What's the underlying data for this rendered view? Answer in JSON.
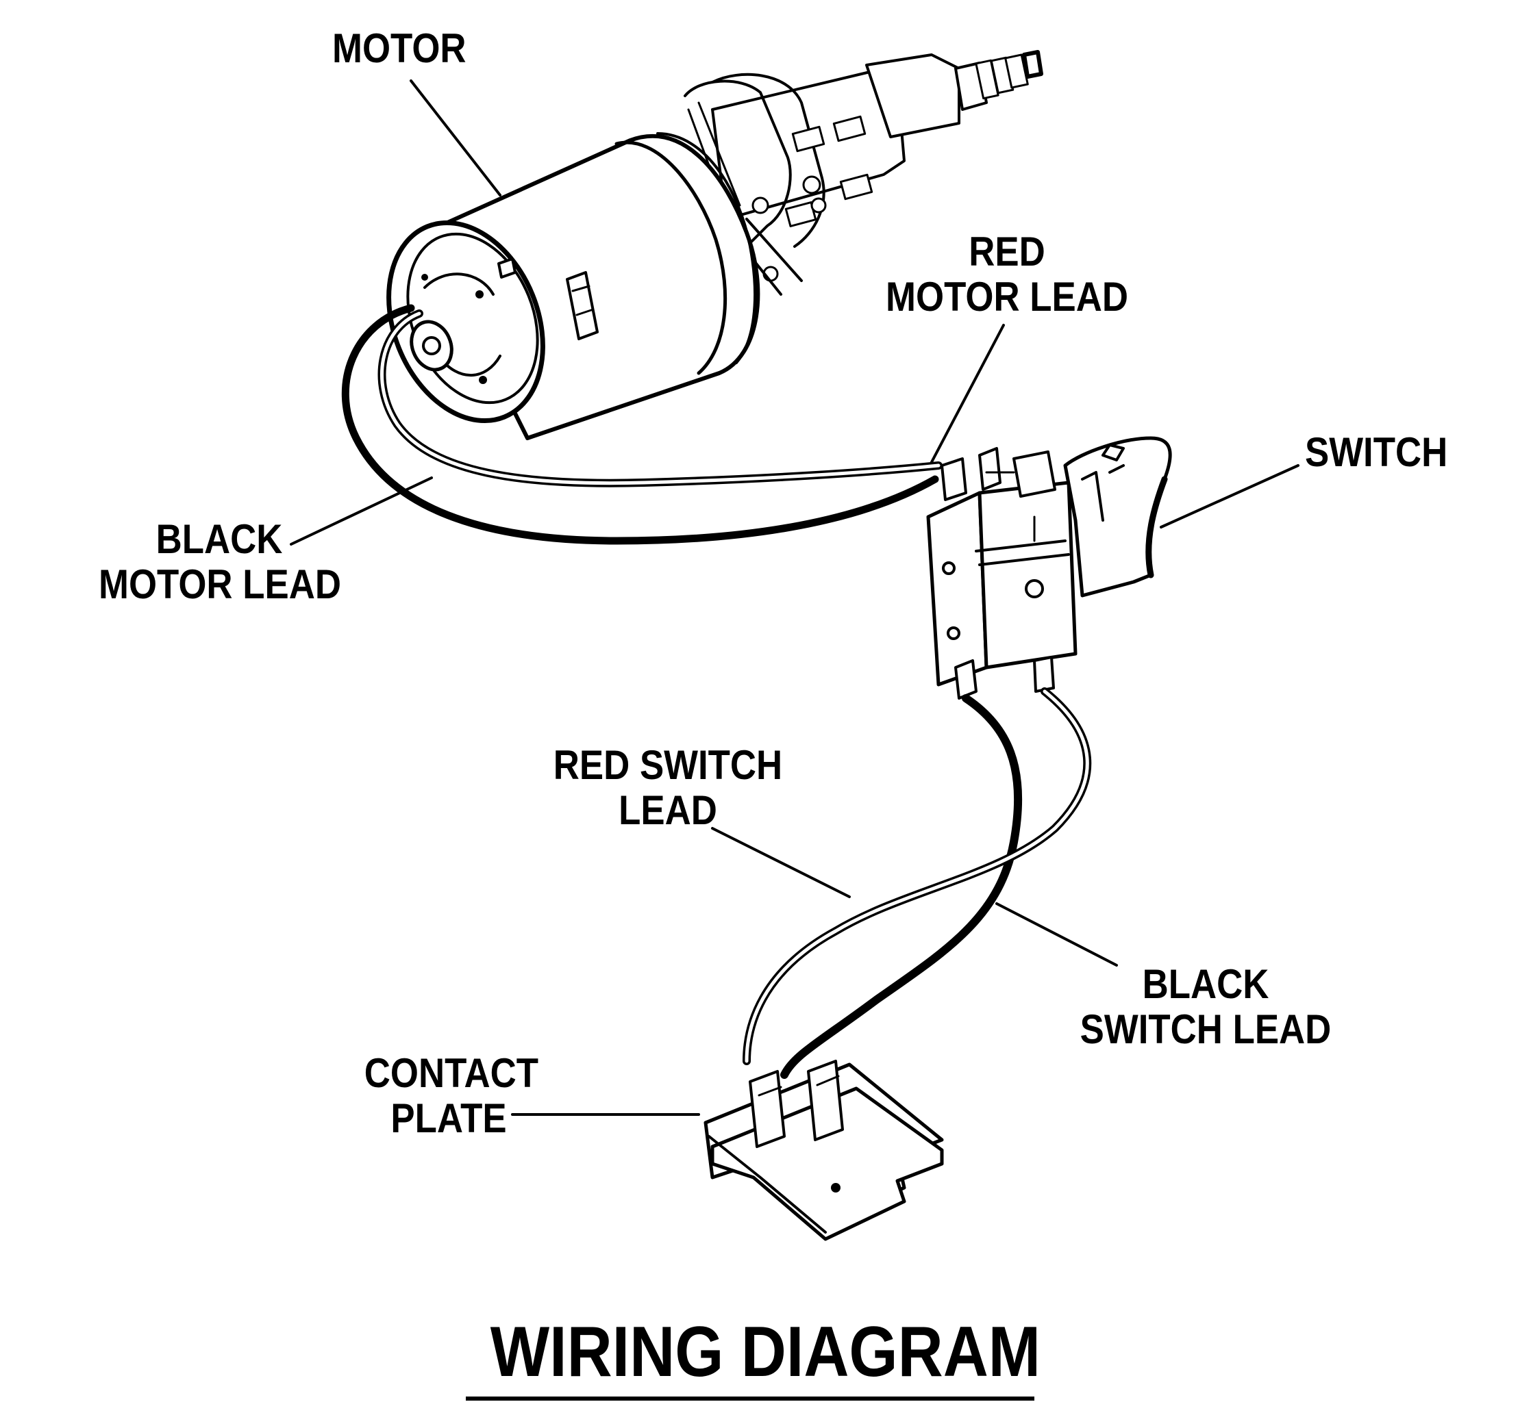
{
  "title": "WIRING DIAGRAM",
  "labels": {
    "motor": "MOTOR",
    "red_motor_lead": [
      "RED",
      "MOTOR LEAD"
    ],
    "switch": "SWITCH",
    "black_motor_lead": [
      "BLACK",
      "MOTOR LEAD"
    ],
    "red_switch_lead": [
      "RED SWITCH",
      "LEAD"
    ],
    "black_switch_lead": [
      "BLACK",
      "SWITCH LEAD"
    ],
    "contact_plate": [
      "CONTACT",
      "PLATE"
    ]
  },
  "colors": {
    "ink": "#000000",
    "paper": "#ffffff"
  }
}
